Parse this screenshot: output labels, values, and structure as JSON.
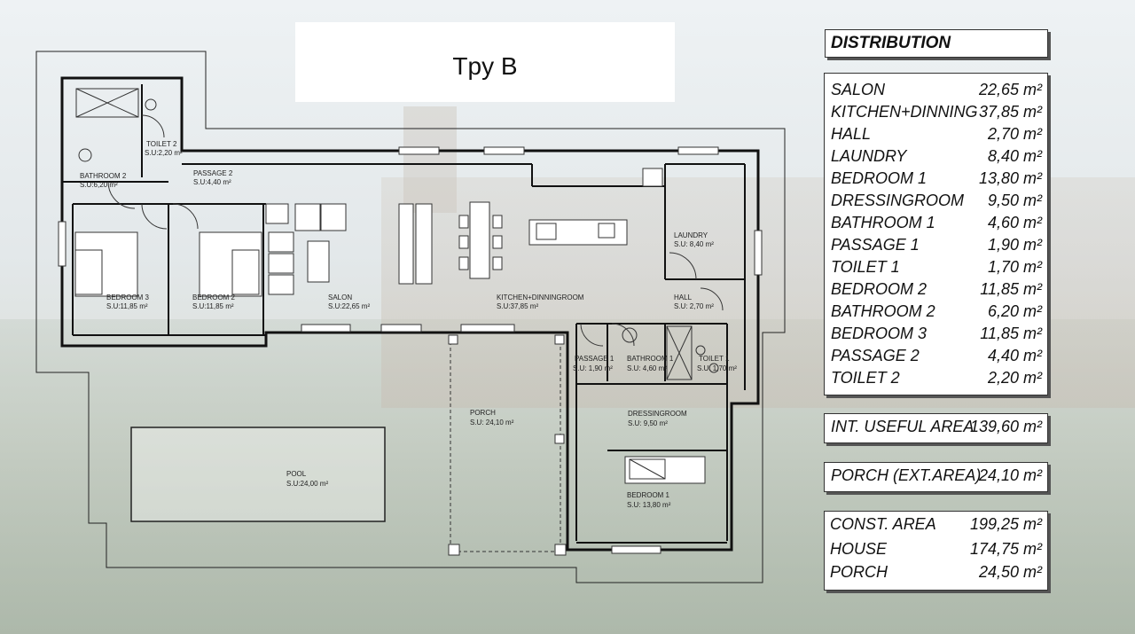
{
  "title": "Tpy B",
  "distribution": {
    "header": "DISTRIBUTION",
    "rooms": [
      {
        "name": "SALON",
        "area": "22,65 m²"
      },
      {
        "name": "KITCHEN+DINNING",
        "area": "37,85 m²"
      },
      {
        "name": "HALL",
        "area": "2,70 m²"
      },
      {
        "name": "LAUNDRY",
        "area": "8,40 m²"
      },
      {
        "name": "BEDROOM 1",
        "area": "13,80 m²"
      },
      {
        "name": "DRESSINGROOM",
        "area": "9,50 m²"
      },
      {
        "name": "BATHROOM 1",
        "area": "4,60 m²"
      },
      {
        "name": "PASSAGE 1",
        "area": "1,90 m²"
      },
      {
        "name": "TOILET 1",
        "area": "1,70 m²"
      },
      {
        "name": "BEDROOM 2",
        "area": "11,85 m²"
      },
      {
        "name": "BATHROOM 2",
        "area": "6,20 m²"
      },
      {
        "name": "BEDROOM 3",
        "area": "11,85 m²"
      },
      {
        "name": "PASSAGE 2",
        "area": "4,40 m²"
      },
      {
        "name": "TOILET 2",
        "area": "2,20 m²"
      }
    ],
    "useful": {
      "name": "INT. USEFUL AREA",
      "area": "139,60 m²"
    },
    "porch": {
      "name": "PORCH (EXT.AREA)",
      "area": "24,10 m²"
    },
    "construction": [
      {
        "name": "CONST. AREA",
        "area": "199,25 m²"
      },
      {
        "name": "HOUSE",
        "area": "174,75 m²"
      },
      {
        "name": "PORCH",
        "area": "24,50 m²"
      }
    ]
  },
  "plan_labels": {
    "toilet2": {
      "name": "TOILET 2",
      "area": "S.U:2,20 m²"
    },
    "bathroom2": {
      "name": "BATHROOM 2",
      "area": "S.U:6,20 m²"
    },
    "passage2": {
      "name": "PASSAGE 2",
      "area": "S.U:4,40 m²"
    },
    "bedroom3": {
      "name": "BEDROOM 3",
      "area": "S.U:11,85 m²"
    },
    "bedroom2": {
      "name": "BEDROOM 2",
      "area": "S.U:11,85 m²"
    },
    "salon": {
      "name": "SALON",
      "area": "S.U:22,65 m²"
    },
    "kitchen": {
      "name": "KITCHEN+DINNINGROOM",
      "area": "S.U:37,85 m²"
    },
    "laundry": {
      "name": "LAUNDRY",
      "area": "S.U: 8,40 m²"
    },
    "hall": {
      "name": "HALL",
      "area": "S.U: 2,70 m²"
    },
    "passage1": {
      "name": "PASSAGE 1",
      "area": "S.U: 1,90 m²"
    },
    "bathroom1": {
      "name": "BATHROOM 1",
      "area": "S.U: 4,60 m²"
    },
    "toilet1": {
      "name": "TOILET 1",
      "area": "S.U: 1,70 m²"
    },
    "porch": {
      "name": "PORCH",
      "area": "S.U: 24,10 m²"
    },
    "dressingroom": {
      "name": "DRESSINGROOM",
      "area": "S.U: 9,50 m²"
    },
    "pool": {
      "name": "POOL",
      "area": "S.U:24,00 m²"
    },
    "bedroom1": {
      "name": "BEDROOM 1",
      "area": "S.U: 13,80 m²"
    }
  }
}
